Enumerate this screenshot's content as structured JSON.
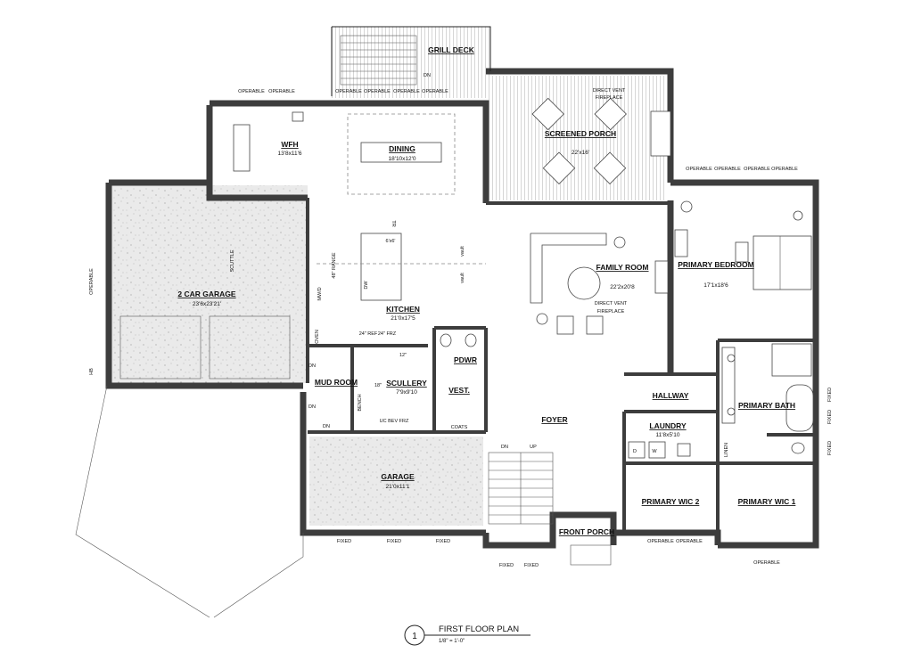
{
  "title": {
    "number": "1",
    "name": "FIRST FLOOR PLAN",
    "scale": "1/8\" = 1'-0\""
  },
  "rooms": {
    "grill_deck": {
      "name": "GRILL DECK"
    },
    "wfh": {
      "name": "WFH",
      "dims": "13'8x11'6"
    },
    "dining": {
      "name": "DINING",
      "dims": "18'10x12'0"
    },
    "screened_porch": {
      "name": "SCREENED PORCH",
      "dims": "22'x16'"
    },
    "garage_2car": {
      "name": "2 CAR GARAGE",
      "dims": "23'6x23'21'"
    },
    "kitchen": {
      "name": "KITCHEN",
      "dims": "21'0x17'5"
    },
    "family_room": {
      "name": "FAMILY ROOM",
      "dims": "22'2x20'8"
    },
    "primary_bedroom": {
      "name": "PRIMARY BEDROOM",
      "dims": "17'1x18'6"
    },
    "mud_room": {
      "name": "MUD ROOM"
    },
    "scullery": {
      "name": "SCULLERY",
      "dims": "7'9x9'10"
    },
    "pdwr": {
      "name": "PDWR"
    },
    "vest": {
      "name": "VEST."
    },
    "foyer": {
      "name": "FOYER"
    },
    "hallway": {
      "name": "HALLWAY"
    },
    "laundry": {
      "name": "LAUNDRY",
      "dims": "11'8x5'10"
    },
    "primary_bath": {
      "name": "PRIMARY BATH"
    },
    "garage": {
      "name": "GARAGE",
      "dims": "21'0x11'1"
    },
    "primary_wic2": {
      "name": "PRIMARY WIC 2"
    },
    "primary_wic1": {
      "name": "PRIMARY WIC 1"
    },
    "front_porch": {
      "name": "FRONT PORCH"
    }
  },
  "notes": {
    "operable": "OPERABLE",
    "fixed": "FIXED",
    "direct_vent_fireplace": "DIRECT VENT FIREPLACE",
    "dn": "DN",
    "up": "UP",
    "hb": "HB",
    "tr": "TR",
    "size_6_6": "6'x6'",
    "vault": "vault",
    "range": "48\" RANGE",
    "mwd": "MW/D",
    "oven": "OVEN",
    "dw": "DW",
    "scuttle": "SCUTTLE",
    "ref": "24\" REF",
    "frz": "24\" FRZ",
    "bench": "BENCH",
    "uc_bev_frz": "UC BEV FRZ",
    "coats": "COATS",
    "linen": "LINEN",
    "d": "D",
    "w": "W",
    "dim_12": "12\"",
    "dim_18": "18\""
  }
}
